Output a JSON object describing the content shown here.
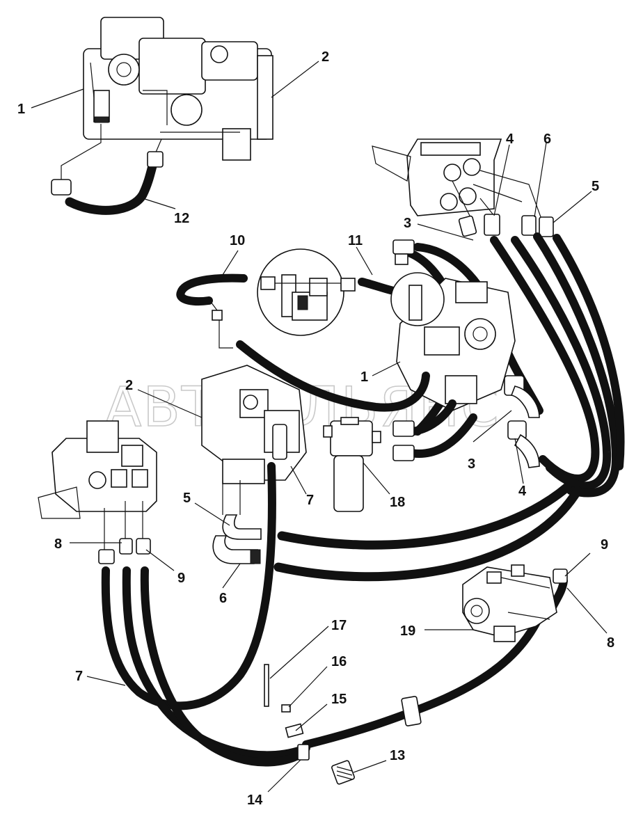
{
  "watermark": "АВТОАЛЬЯНС",
  "callouts": [
    {
      "id": "c1a",
      "text": "1"
    },
    {
      "id": "c2a",
      "text": "2"
    },
    {
      "id": "c12",
      "text": "12"
    },
    {
      "id": "c4a",
      "text": "4"
    },
    {
      "id": "c6a",
      "text": "6"
    },
    {
      "id": "c5a",
      "text": "5"
    },
    {
      "id": "c3a",
      "text": "3"
    },
    {
      "id": "c10",
      "text": "10"
    },
    {
      "id": "c11",
      "text": "11"
    },
    {
      "id": "c1b",
      "text": "1"
    },
    {
      "id": "c2b",
      "text": "2"
    },
    {
      "id": "c3b",
      "text": "3"
    },
    {
      "id": "c4b",
      "text": "4"
    },
    {
      "id": "c7a",
      "text": "7"
    },
    {
      "id": "c18",
      "text": "18"
    },
    {
      "id": "c5b",
      "text": "5"
    },
    {
      "id": "c8a",
      "text": "8"
    },
    {
      "id": "c9a",
      "text": "9"
    },
    {
      "id": "c6b",
      "text": "6"
    },
    {
      "id": "c9b",
      "text": "9"
    },
    {
      "id": "c19",
      "text": "19"
    },
    {
      "id": "c8b",
      "text": "8"
    },
    {
      "id": "c17",
      "text": "17"
    },
    {
      "id": "c16",
      "text": "16"
    },
    {
      "id": "c7b",
      "text": "7"
    },
    {
      "id": "c15",
      "text": "15"
    },
    {
      "id": "c13",
      "text": "13"
    },
    {
      "id": "c14",
      "text": "14"
    }
  ]
}
